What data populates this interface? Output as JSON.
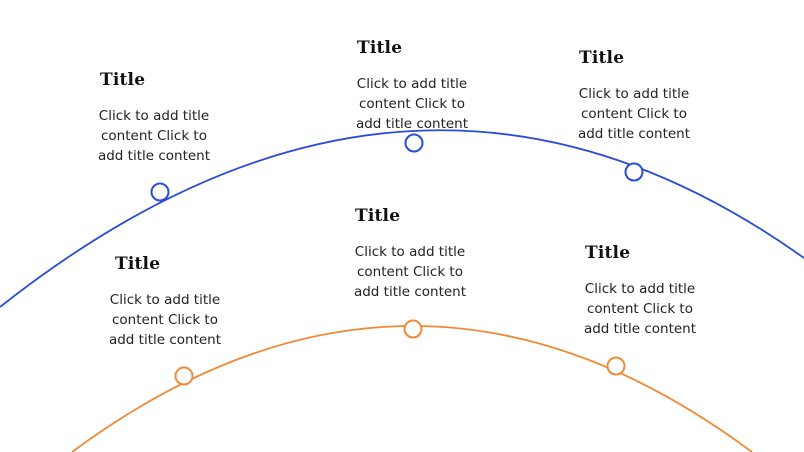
{
  "colors": {
    "upper_arc": "#2b4bd8",
    "lower_arc": "#f08a36",
    "title": "#111111",
    "body_text": "#222222",
    "background": "#ffffff"
  },
  "upper_row": [
    {
      "title": "Title",
      "text": "Click to add title content Click to add title content"
    },
    {
      "title": "Title",
      "text": "Click to add title content Click to add title content"
    },
    {
      "title": "Title",
      "text": "Click to add title content Click to add title content"
    }
  ],
  "lower_row": [
    {
      "title": "Title",
      "text": "Click to add title content Click to add title content"
    },
    {
      "title": "Title",
      "text": "Click to add title content Click to add title content"
    },
    {
      "title": "Title",
      "text": "Click to add title content Click to add title content"
    }
  ]
}
